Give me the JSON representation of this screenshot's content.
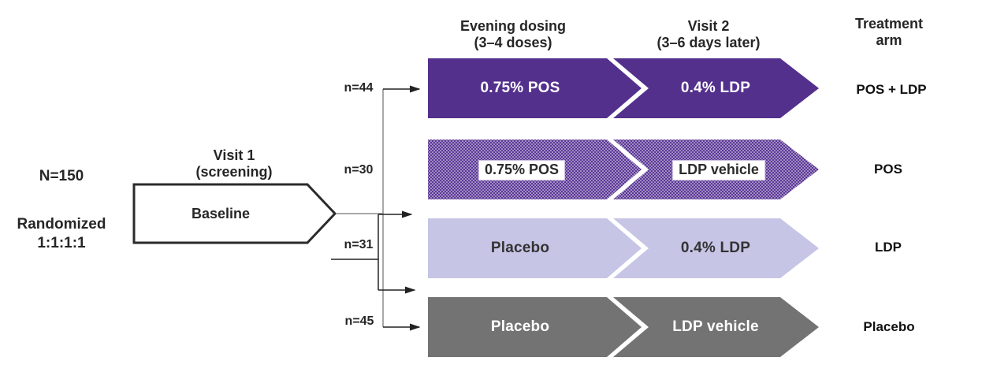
{
  "figure": {
    "left": {
      "total": "N=150",
      "randomized_line1": "Randomized",
      "randomized_line2": "1:1:1:1"
    },
    "visit1": {
      "line1": "Visit 1",
      "line2": "(screening)",
      "box_label": "Baseline"
    },
    "columns": {
      "dosing_line1": "Evening dosing",
      "dosing_line2": "(3–4 doses)",
      "visit2_line1": "Visit 2",
      "visit2_line2": "(3–6 days later)",
      "arm_line1": "Treatment",
      "arm_line2": "arm"
    },
    "arms": [
      {
        "n": "n=44",
        "dose1": "0.75% POS",
        "dose2": "0.4% LDP",
        "arm": "POS + LDP",
        "fill": "#54308d",
        "pattern": "solid",
        "text_color": "#ffffff"
      },
      {
        "n": "n=30",
        "dose1": "0.75% POS",
        "dose2": "LDP vehicle",
        "arm": "POS",
        "fill": "#5b3796",
        "pattern": "dotted",
        "text_color": "#2b2b2b"
      },
      {
        "n": "n=31",
        "dose1": "Placebo",
        "dose2": "0.4% LDP",
        "arm": "LDP",
        "fill": "#c6c5e6",
        "pattern": "solid",
        "text_color": "#333333"
      },
      {
        "n": "n=45",
        "dose1": "Placebo",
        "dose2": "LDP vehicle",
        "arm": "Placebo",
        "fill": "#737373",
        "pattern": "solid",
        "text_color": "#ffffff"
      }
    ],
    "colors": {
      "purple_solid": "#54308d",
      "purple_dotted_base": "#5b3796",
      "lavender": "#c6c5e6",
      "gray": "#737373",
      "connector_dark": "#222222",
      "connector_gray": "#8c8c8c"
    }
  }
}
